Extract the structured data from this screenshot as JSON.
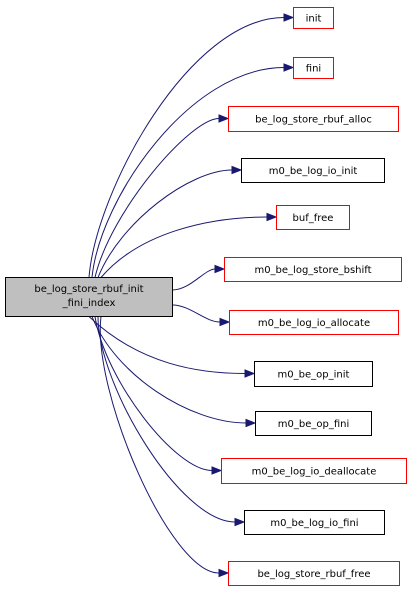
{
  "graph": {
    "source": {
      "label_line1": "be_log_store_rbuf_init",
      "label_line2": "_fini_index"
    },
    "targets": [
      {
        "label": "init",
        "border": "red"
      },
      {
        "label": "fini",
        "border": "red"
      },
      {
        "label": "be_log_store_rbuf_alloc",
        "border": "red"
      },
      {
        "label": "m0_be_log_io_init",
        "border": "black"
      },
      {
        "label": "buf_free",
        "border": "red"
      },
      {
        "label": "m0_be_log_store_bshift",
        "border": "red"
      },
      {
        "label": "m0_be_log_io_allocate",
        "border": "red"
      },
      {
        "label": "m0_be_op_init",
        "border": "black"
      },
      {
        "label": "m0_be_op_fini",
        "border": "black"
      },
      {
        "label": "m0_be_log_io_deallocate",
        "border": "red"
      },
      {
        "label": "m0_be_log_io_fini",
        "border": "black"
      },
      {
        "label": "be_log_store_rbuf_free",
        "border": "red"
      }
    ]
  },
  "colors": {
    "edge": "#191970",
    "source_fill": "#bfbfbf",
    "red_border": "#ff0000",
    "black_border": "#000000"
  }
}
